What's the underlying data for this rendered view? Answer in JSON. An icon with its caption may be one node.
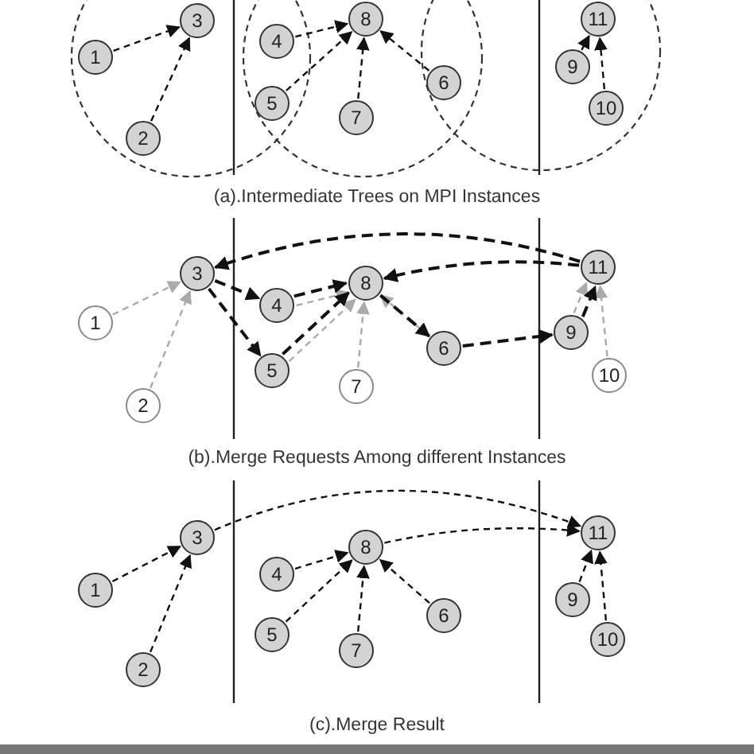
{
  "diagram": {
    "nodes": [
      {
        "text": [
          "1"
        ]
      },
      {
        "text": [
          "2"
        ]
      },
      {
        "text": [
          "3"
        ]
      },
      {
        "text": [
          "4"
        ]
      },
      {
        "text": [
          "5"
        ]
      },
      {
        "text": [
          "6"
        ]
      },
      {
        "text": [
          "7"
        ]
      },
      {
        "text": [
          "8"
        ]
      },
      {
        "text": [
          "9"
        ]
      },
      {
        "text": [
          "10"
        ]
      },
      {
        "text": [
          "11"
        ]
      },
      {
        "text": [
          "1"
        ]
      },
      {
        "text": [
          "2"
        ]
      },
      {
        "text": [
          "3"
        ]
      },
      {
        "text": [
          "4"
        ]
      },
      {
        "text": [
          "5"
        ]
      },
      {
        "text": [
          "6"
        ]
      },
      {
        "text": [
          "7"
        ]
      },
      {
        "text": [
          "8"
        ]
      },
      {
        "text": [
          "9"
        ]
      },
      {
        "text": [
          "10"
        ]
      },
      {
        "text": [
          "11"
        ]
      },
      {
        "text": [
          "1"
        ]
      },
      {
        "text": [
          "2"
        ]
      },
      {
        "text": [
          "3"
        ]
      },
      {
        "text": [
          "4"
        ]
      },
      {
        "text": [
          "5"
        ]
      },
      {
        "text": [
          "6"
        ]
      },
      {
        "text": [
          "7"
        ]
      },
      {
        "text": [
          "8"
        ]
      },
      {
        "text": [
          "9"
        ]
      },
      {
        "text": [
          "10"
        ]
      },
      {
        "text": [
          "11"
        ]
      }
    ],
    "edges": [
      {
        "from": 0,
        "to": 2,
        "arrow": "to"
      },
      {
        "from": 1,
        "to": 2,
        "arrow": "to"
      },
      {
        "from": 3,
        "to": 7,
        "arrow": "to"
      },
      {
        "from": 4,
        "to": 7,
        "arrow": "to"
      },
      {
        "from": 6,
        "to": 7,
        "arrow": "to"
      },
      {
        "from": 5,
        "to": 7,
        "arrow": "to"
      },
      {
        "from": 8,
        "to": 10,
        "arrow": "to"
      },
      {
        "from": 9,
        "to": 10,
        "arrow": "to"
      },
      {
        "from": 11,
        "to": 13,
        "arrow": "to",
        "color": "#aaaaaa"
      },
      {
        "from": 12,
        "to": 13,
        "arrow": "to",
        "color": "#aaaaaa"
      },
      {
        "from": 14,
        "to": 18,
        "arrow": "to",
        "color": "#aaaaaa"
      },
      {
        "from": 15,
        "to": 18,
        "arrow": "to",
        "color": "#aaaaaa"
      },
      {
        "from": 17,
        "to": 18,
        "arrow": "to",
        "color": "#aaaaaa"
      },
      {
        "from": 16,
        "to": 18,
        "arrow": "to",
        "color": "#aaaaaa"
      },
      {
        "from": 19,
        "to": 21,
        "arrow": "to",
        "color": "#aaaaaa"
      },
      {
        "from": 20,
        "to": 21,
        "arrow": "to",
        "color": "#aaaaaa"
      },
      {
        "from": 13,
        "to": 14,
        "arrow": "to",
        "style": "dashed"
      },
      {
        "from": 13,
        "to": 15,
        "arrow": "to",
        "style": "dashed"
      },
      {
        "from": 14,
        "to": 18,
        "arrow": "to",
        "style": "dashed"
      },
      {
        "from": 15,
        "to": 18,
        "arrow": "to",
        "style": "dashed"
      },
      {
        "from": 18,
        "to": 16,
        "arrow": "to",
        "style": "dashed"
      },
      {
        "from": 16,
        "to": 19,
        "arrow": "to",
        "style": "dashed"
      },
      {
        "from": 19,
        "to": 21,
        "arrow": "to",
        "style": "dashed"
      },
      {
        "from": 21,
        "to": 18,
        "arrow": "to",
        "style": "dashed"
      },
      {
        "from": 21,
        "to": 13,
        "arrow": "to",
        "style": "dashed"
      },
      {
        "from": 22,
        "to": 24,
        "arrow": "to"
      },
      {
        "from": 23,
        "to": 24,
        "arrow": "to"
      },
      {
        "from": 25,
        "to": 29,
        "arrow": "to"
      },
      {
        "from": 26,
        "to": 29,
        "arrow": "to"
      },
      {
        "from": 28,
        "to": 29,
        "arrow": "to"
      },
      {
        "from": 27,
        "to": 29,
        "arrow": "to"
      },
      {
        "from": 30,
        "to": 32,
        "arrow": "to"
      },
      {
        "from": 31,
        "to": 32,
        "arrow": "to"
      },
      {
        "from": 24,
        "to": 32,
        "arrow": "to"
      },
      {
        "from": 29,
        "to": 32,
        "arrow": "to"
      }
    ],
    "labels": [
      "(a).Intermediate Trees on MPI Instances",
      "(b).Merge Requests Among different Instances",
      "(c).Merge Result"
    ]
  }
}
